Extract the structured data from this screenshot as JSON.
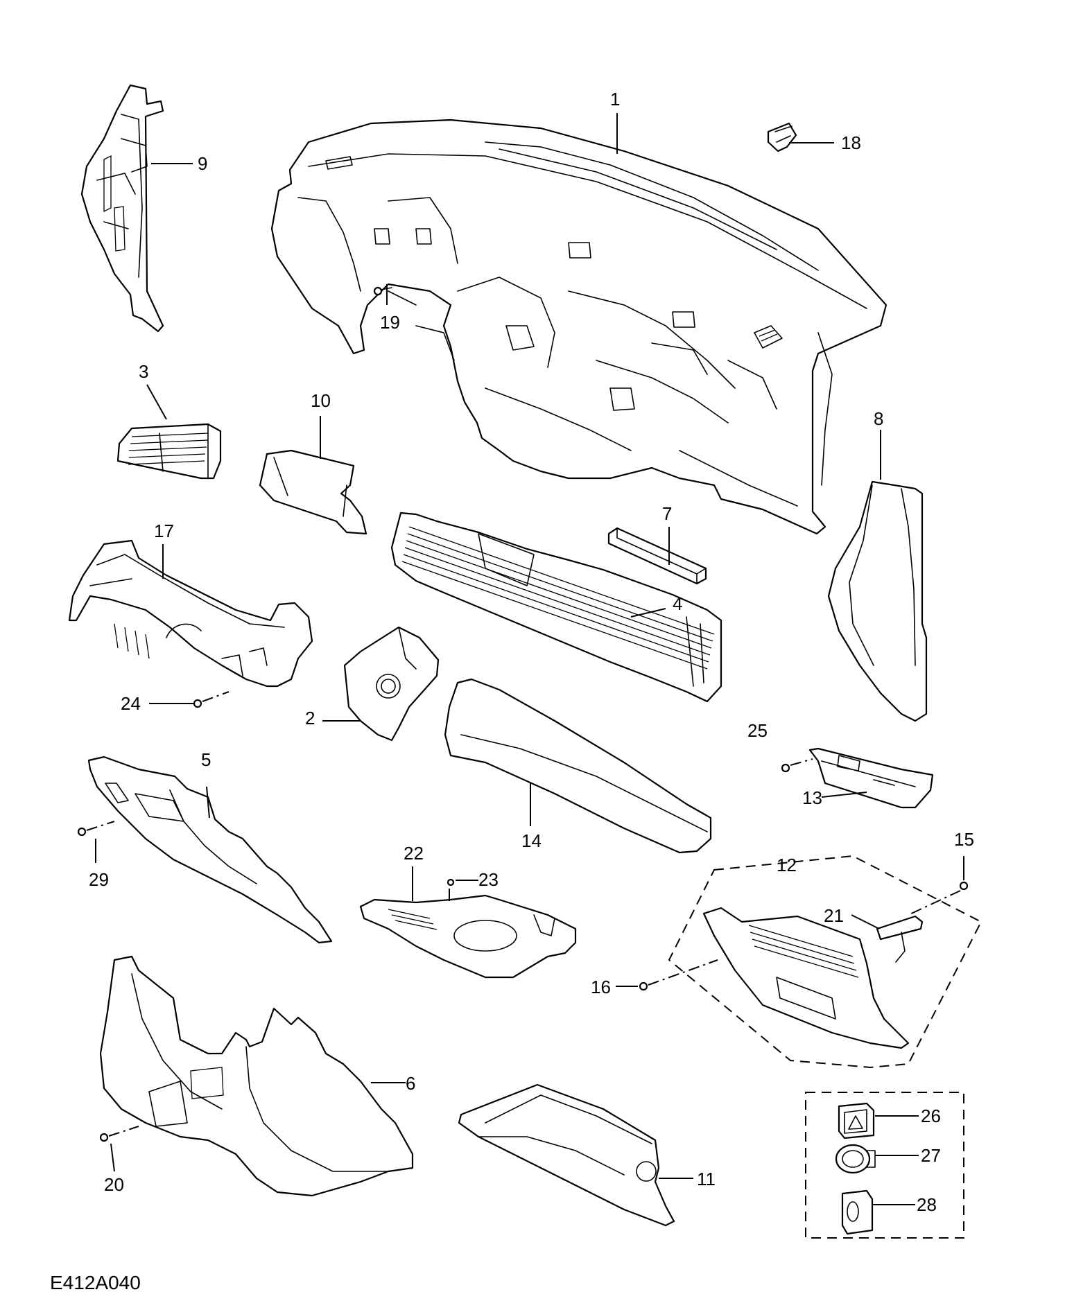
{
  "diagram": {
    "drawing_code": "E412A040",
    "callouts": [
      {
        "id": "c1",
        "label": "1"
      },
      {
        "id": "c2",
        "label": "2"
      },
      {
        "id": "c3",
        "label": "3"
      },
      {
        "id": "c4",
        "label": "4"
      },
      {
        "id": "c5",
        "label": "5"
      },
      {
        "id": "c6",
        "label": "6"
      },
      {
        "id": "c7",
        "label": "7"
      },
      {
        "id": "c8",
        "label": "8"
      },
      {
        "id": "c9",
        "label": "9"
      },
      {
        "id": "c10",
        "label": "10"
      },
      {
        "id": "c11",
        "label": "11"
      },
      {
        "id": "c12",
        "label": "12"
      },
      {
        "id": "c13",
        "label": "13"
      },
      {
        "id": "c14",
        "label": "14"
      },
      {
        "id": "c15",
        "label": "15"
      },
      {
        "id": "c16",
        "label": "16"
      },
      {
        "id": "c17",
        "label": "17"
      },
      {
        "id": "c18",
        "label": "18"
      },
      {
        "id": "c19",
        "label": "19"
      },
      {
        "id": "c20",
        "label": "20"
      },
      {
        "id": "c21",
        "label": "21"
      },
      {
        "id": "c22",
        "label": "22"
      },
      {
        "id": "c23",
        "label": "23"
      },
      {
        "id": "c24",
        "label": "24"
      },
      {
        "id": "c25",
        "label": "25"
      },
      {
        "id": "c26",
        "label": "26"
      },
      {
        "id": "c27",
        "label": "27"
      },
      {
        "id": "c28",
        "label": "28"
      },
      {
        "id": "c29",
        "label": "29"
      }
    ]
  }
}
